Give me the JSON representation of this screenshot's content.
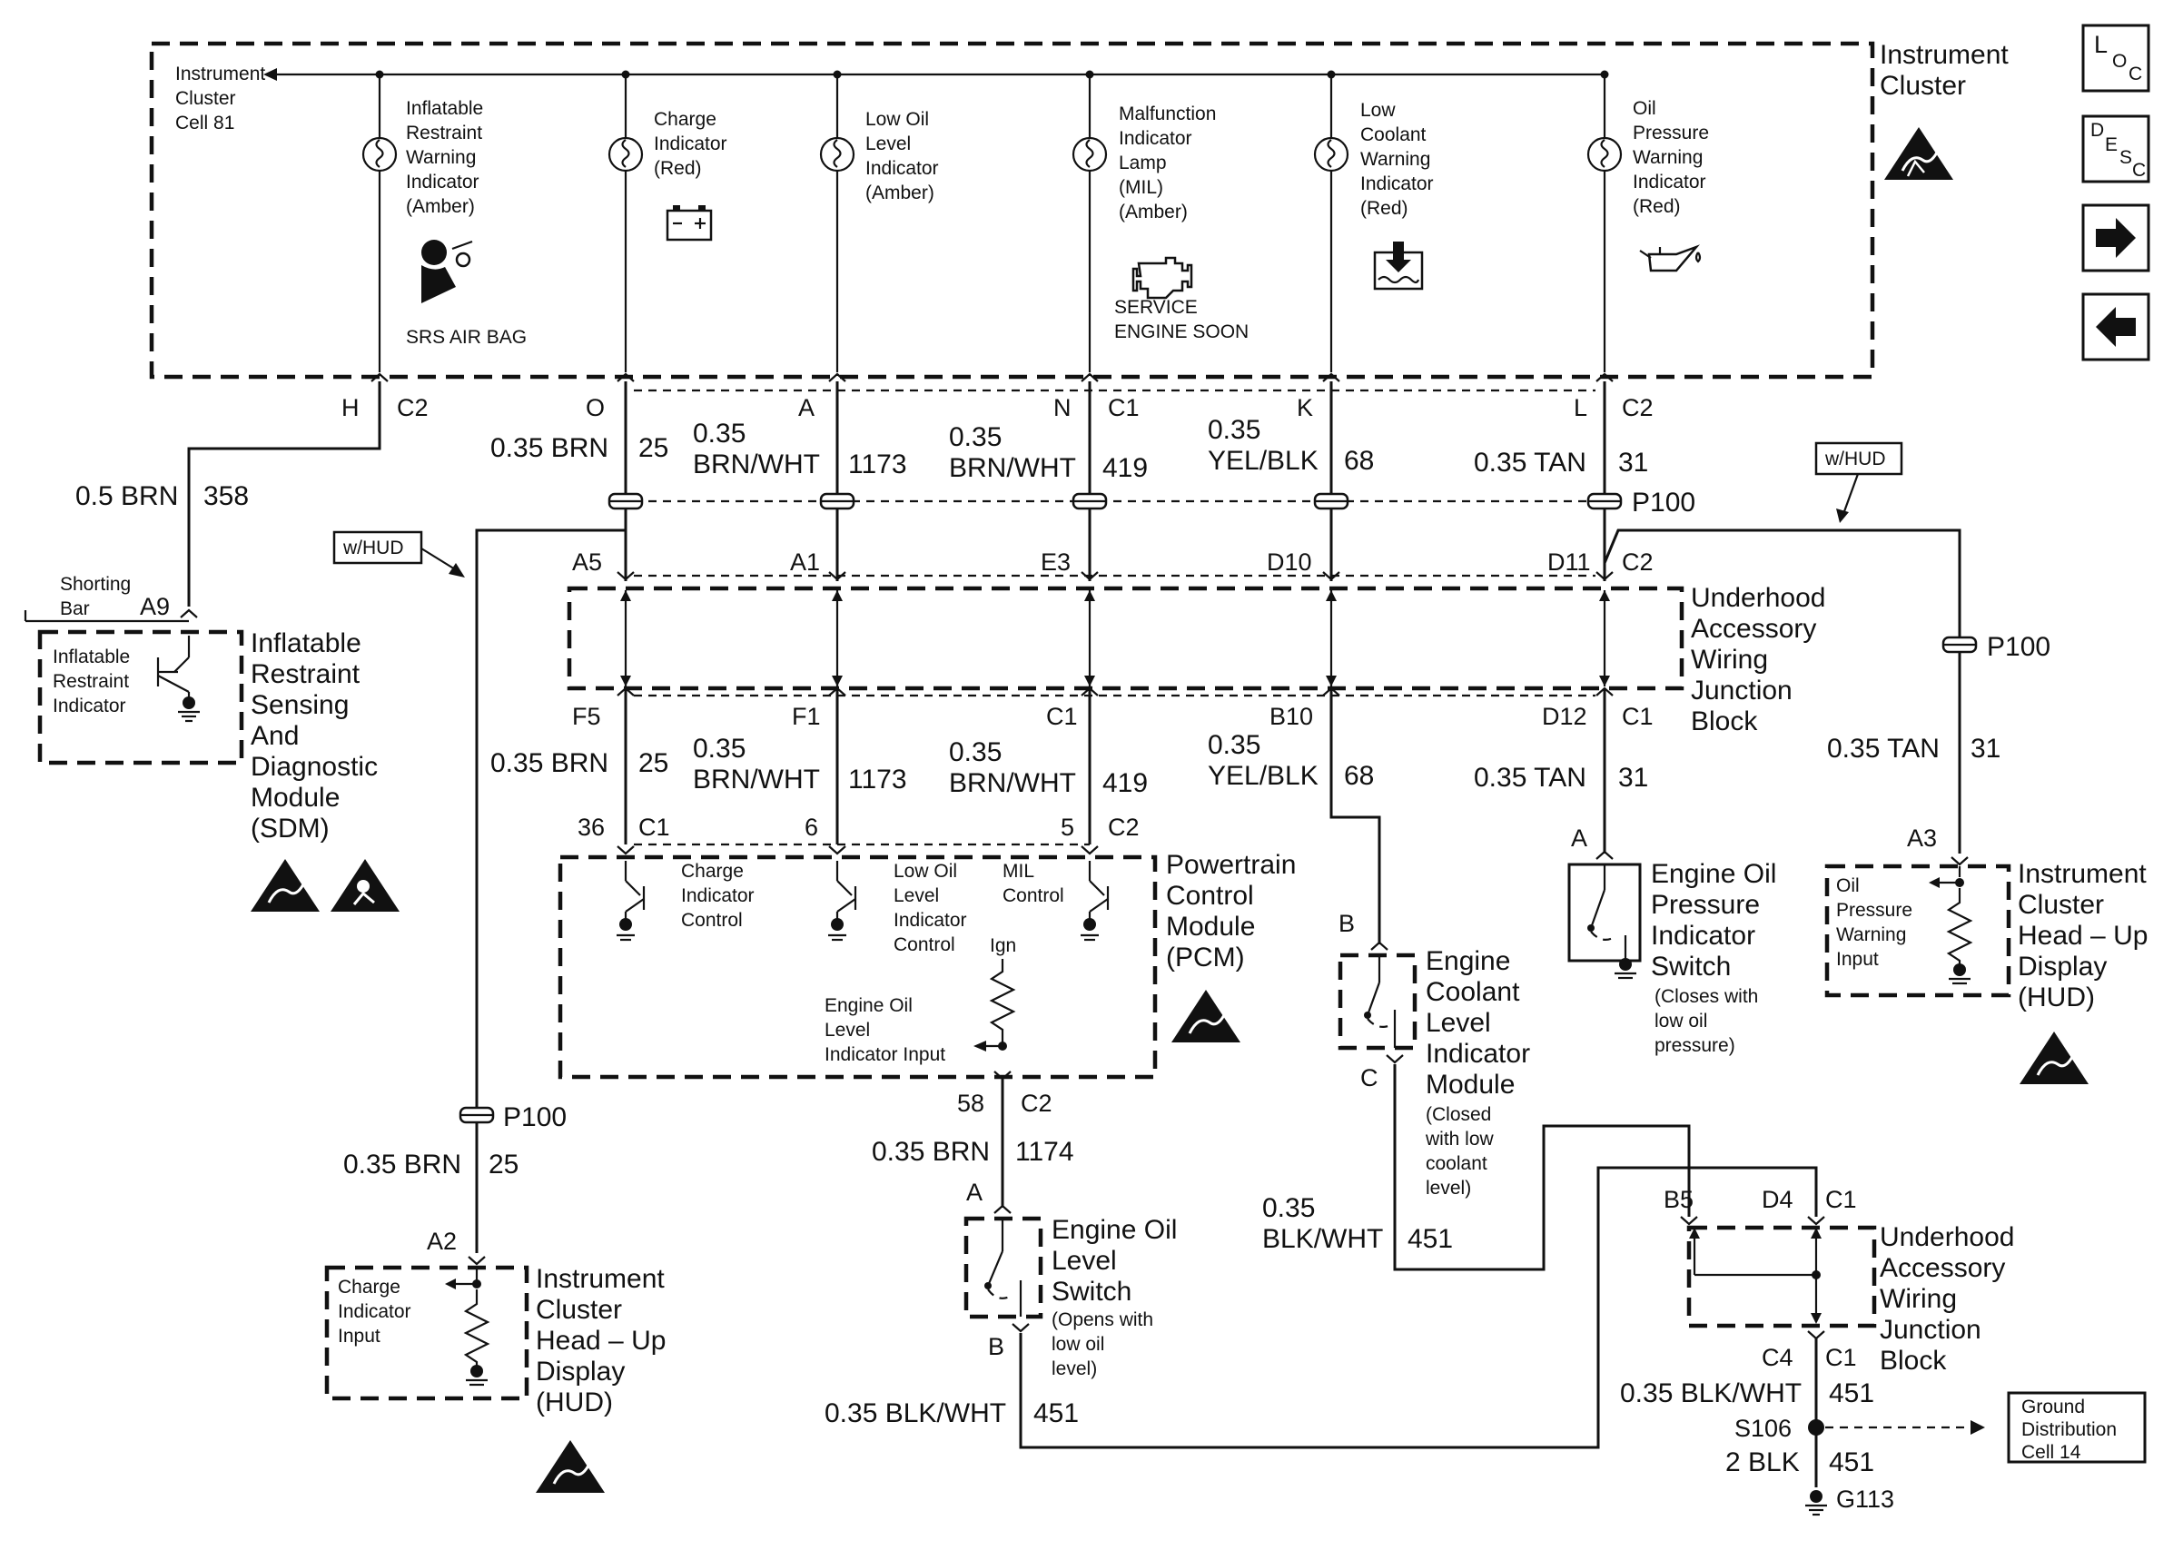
{
  "nav": {
    "loc_letters": [
      "L",
      "O",
      "C"
    ],
    "desc_letters": [
      "D",
      "E",
      "S",
      "C"
    ],
    "next_icon": "right-arrow-icon",
    "prev_icon": "left-arrow-icon"
  },
  "instrument_cluster": {
    "title_lines": [
      "Instrument",
      "Cluster"
    ],
    "ref_lines": [
      "Instrument",
      "Cluster",
      "Cell 81"
    ],
    "indicators": [
      {
        "lines": [
          "Inflatable",
          "Restraint",
          "Warning",
          "Indicator",
          "(Amber)"
        ],
        "icon": "airbag-icon",
        "caption": [
          "SRS AIR BAG"
        ]
      },
      {
        "lines": [
          "Charge",
          "Indicator",
          "(Red)"
        ],
        "icon": "battery-icon",
        "caption": []
      },
      {
        "lines": [
          "Low Oil",
          "Level",
          "Indicator",
          "(Amber)"
        ],
        "icon": "",
        "caption": []
      },
      {
        "lines": [
          "Malfunction",
          "Indicator",
          "Lamp",
          "(MIL)",
          "(Amber)"
        ],
        "icon": "engine-icon",
        "caption": [
          "SERVICE",
          "ENGINE SOON"
        ]
      },
      {
        "lines": [
          "Low",
          "Coolant",
          "Warning",
          "Indicator",
          "(Red)"
        ],
        "icon": "coolant-icon",
        "caption": []
      },
      {
        "lines": [
          "Oil",
          "Pressure",
          "Warning",
          "Indicator",
          "(Red)"
        ],
        "icon": "oil-can-icon",
        "caption": []
      }
    ]
  },
  "connectors": {
    "c1_pins": [
      {
        "pin": "H",
        "conn": "C2"
      },
      {
        "pin": "O",
        "conn": ""
      },
      {
        "pin": "A",
        "conn": ""
      },
      {
        "pin": "N",
        "conn": "C1"
      },
      {
        "pin": "K",
        "conn": ""
      },
      {
        "pin": "L",
        "conn": "C2"
      }
    ],
    "p100": "P100",
    "jb_top_pins": [
      "A5",
      "A1",
      "E3",
      "D10",
      "D11",
      "C2"
    ],
    "jb_bottom_pins": [
      "F5",
      "F1",
      "C1",
      "B10",
      "D12",
      "C1"
    ],
    "pcm_pins": [
      {
        "pin": "36",
        "conn": "C1"
      },
      {
        "pin": "6",
        "conn": ""
      },
      {
        "pin": "5",
        "conn": "C2"
      }
    ]
  },
  "wires": {
    "upper": [
      {
        "color_lines": [
          "0.35 BRN"
        ],
        "circuit": "25"
      },
      {
        "color_lines": [
          "0.35",
          "BRN/WHT"
        ],
        "circuit": "1173"
      },
      {
        "color_lines": [
          "0.35",
          "BRN/WHT"
        ],
        "circuit": "419"
      },
      {
        "color_lines": [
          "0.35",
          "YEL/BLK"
        ],
        "circuit": "68"
      },
      {
        "color_lines": [
          "0.35 TAN"
        ],
        "circuit": "31"
      }
    ],
    "lower": [
      {
        "color_lines": [
          "0.35 BRN"
        ],
        "circuit": "25"
      },
      {
        "color_lines": [
          "0.35",
          "BRN/WHT"
        ],
        "circuit": "1173"
      },
      {
        "color_lines": [
          "0.35",
          "BRN/WHT"
        ],
        "circuit": "419"
      },
      {
        "color_lines": [
          "0.35",
          "YEL/BLK"
        ],
        "circuit": "68"
      },
      {
        "color_lines": [
          "0.35 TAN"
        ],
        "circuit": "31"
      }
    ],
    "sdm_wire": {
      "color": "0.5 BRN",
      "circuit": "358"
    },
    "hud_left_wire": {
      "color": "0.35 BRN",
      "circuit": "25"
    },
    "hud_right_wire": {
      "color": "0.35 TAN",
      "circuit": "31"
    },
    "pcm_out_wire": {
      "pin": "58",
      "conn": "C2",
      "color": "0.35 BRN",
      "circuit": "1174"
    },
    "eol_ground_wire": {
      "color": "0.35 BLK/WHT",
      "circuit": "451"
    },
    "coolant_ground_wire": {
      "color_lines": [
        "0.35",
        "BLK/WHT"
      ],
      "circuit": "451"
    },
    "jb2_out_wire": {
      "color": "0.35 BLK/WHT",
      "circuit": "451"
    },
    "ground_wire": {
      "color": "2 BLK",
      "circuit": "451"
    }
  },
  "sdm": {
    "title_lines": [
      "Inflatable",
      "Restraint",
      "Sensing",
      "And",
      "Diagnostic",
      "Module",
      "(SDM)"
    ],
    "inner_lines": [
      "Inflatable",
      "Restraint",
      "Indicator"
    ],
    "shorting_bar": [
      "Shorting",
      "Bar"
    ],
    "pin": "A9"
  },
  "whud": "w/HUD",
  "junction_block": {
    "title_lines": [
      "Underhood",
      "Accessory",
      "Wiring",
      "Junction",
      "Block"
    ]
  },
  "pcm": {
    "title_lines": [
      "Powertrain",
      "Control",
      "Module",
      "(PCM)"
    ],
    "controls": [
      {
        "lines": [
          "Charge",
          "Indicator",
          "Control"
        ]
      },
      {
        "lines": [
          "Low Oil",
          "Level",
          "Indicator",
          "Control"
        ]
      },
      {
        "lines": [
          "MIL",
          "Control"
        ]
      }
    ],
    "ign": "Ign",
    "input_lines": [
      "Engine Oil",
      "Level",
      "Indicator Input"
    ]
  },
  "hud_left": {
    "title_lines": [
      "Instrument",
      "Cluster",
      "Head – Up",
      "Display",
      "(HUD)"
    ],
    "inner_lines": [
      "Charge",
      "Indicator",
      "Input"
    ],
    "pin": "A2",
    "p100": "P100"
  },
  "hud_right": {
    "title_lines": [
      "Instrument",
      "Cluster",
      "Head – Up",
      "Display",
      "(HUD)"
    ],
    "inner_lines": [
      "Oil",
      "Pressure",
      "Warning",
      "Input"
    ],
    "pin": "A3",
    "p100": "P100"
  },
  "oil_pressure_switch": {
    "title_lines": [
      "Engine Oil",
      "Pressure",
      "Indicator",
      "Switch"
    ],
    "note_lines": [
      "(Closes with",
      "low oil",
      "pressure)"
    ],
    "pin": "A"
  },
  "coolant_module": {
    "title_lines": [
      "Engine",
      "Coolant",
      "Level",
      "Indicator",
      "Module"
    ],
    "note_lines": [
      "(Closed",
      "with low",
      "coolant",
      "level)"
    ],
    "pin_top": "B",
    "pin_bottom": "C"
  },
  "oil_level_switch": {
    "title_lines": [
      "Engine Oil",
      "Level",
      "Switch"
    ],
    "note_lines": [
      "(Opens with",
      "low oil",
      "level)"
    ],
    "pin_top": "A",
    "pin_bottom": "B"
  },
  "junction_block_2": {
    "title_lines": [
      "Underhood",
      "Accessory",
      "Wiring",
      "Junction",
      "Block"
    ],
    "pins_top": [
      {
        "pin": "B5"
      },
      {
        "pin": "D4",
        "conn": "C1"
      }
    ],
    "pin_bottom": {
      "pin": "C4",
      "conn": "C1"
    }
  },
  "splice": "S106",
  "ground": "G113",
  "ground_distribution": [
    "Ground",
    "Distribution",
    "Cell 14"
  ]
}
